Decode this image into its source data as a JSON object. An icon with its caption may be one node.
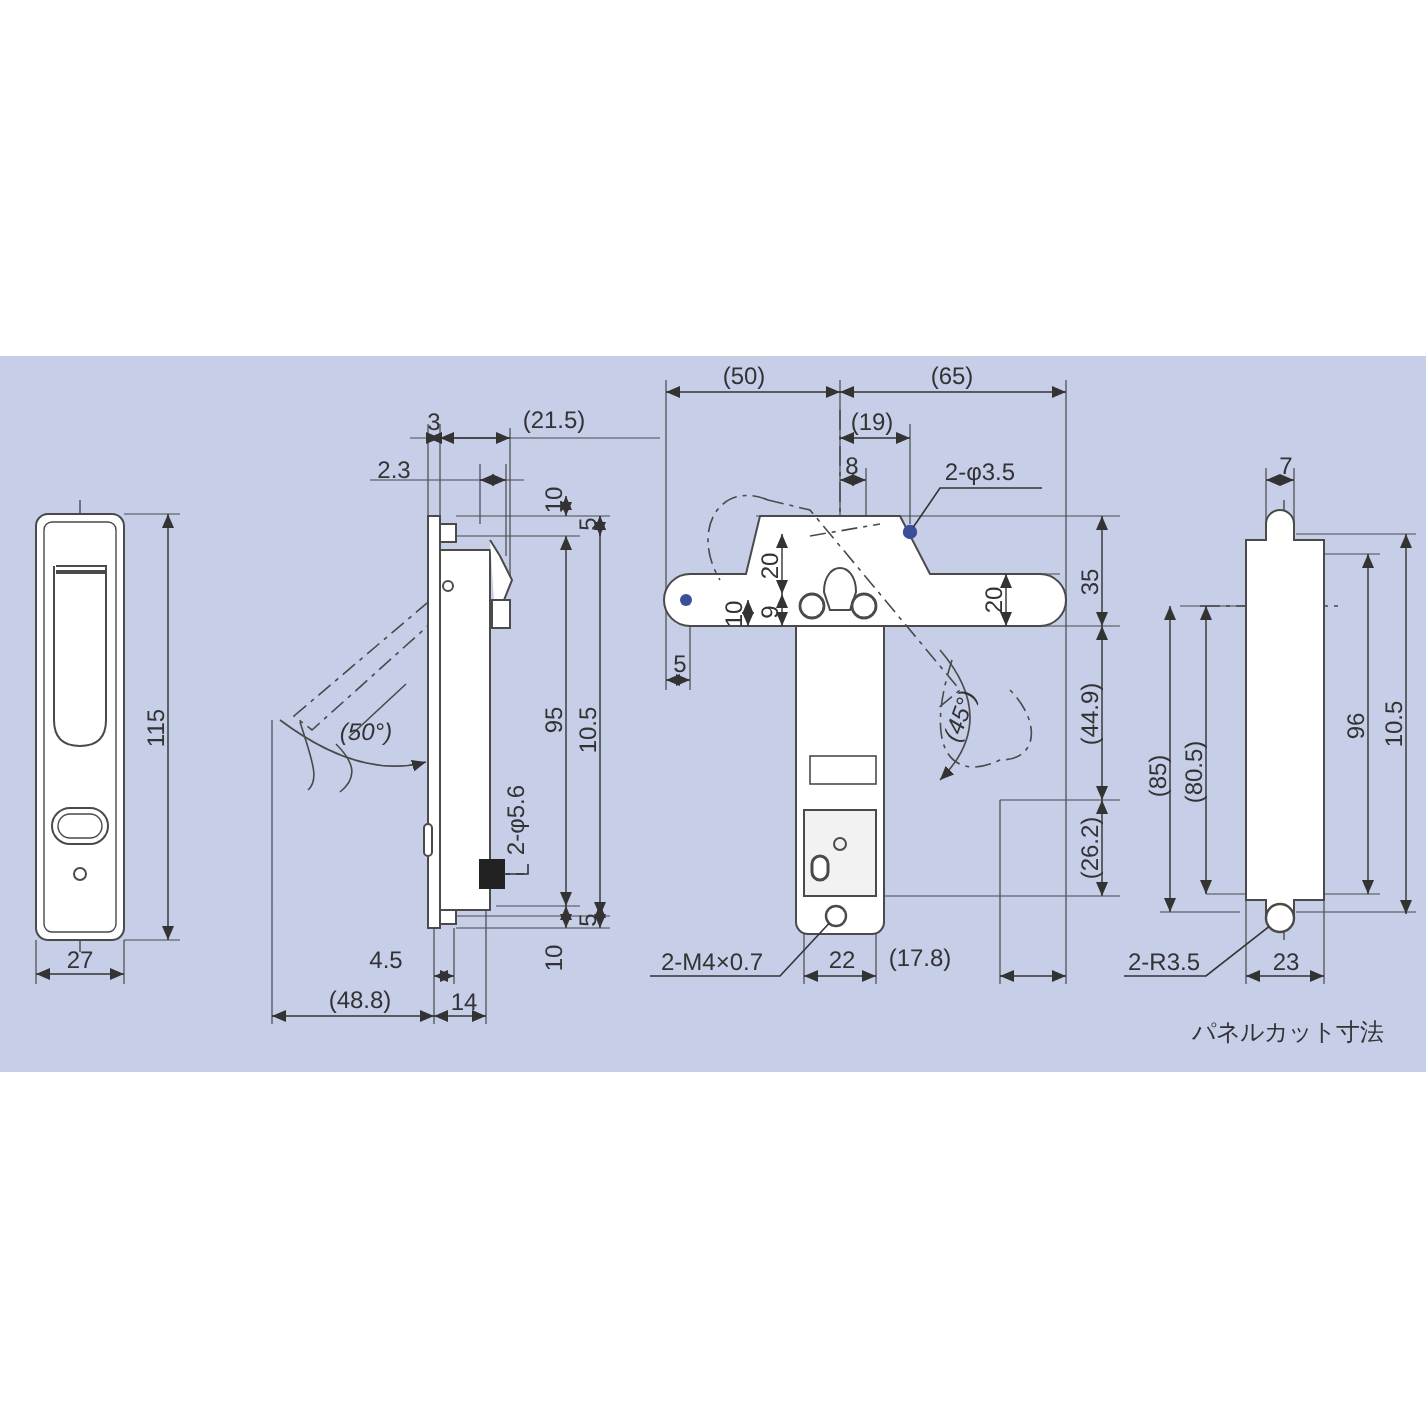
{
  "diagram": {
    "nodes": [
      {
        "text": [
          "2-φ5.6"
        ]
      },
      {
        "text": [],
        "shape": "box"
      },
      {
        "text": [
          "2-φ3.5"
        ]
      },
      {
        "text": [],
        "shape": "circle"
      },
      {
        "text": [
          "2-M4×0.7"
        ]
      },
      {
        "text": [],
        "shape": "circle"
      },
      {
        "text": [
          "2-R3.5"
        ]
      },
      {
        "text": [],
        "shape": "circle"
      }
    ],
    "edges": [
      {
        "from": 0,
        "to": 1,
        "arrow": "none"
      },
      {
        "from": 2,
        "to": 3,
        "arrow": "none"
      },
      {
        "from": 4,
        "to": 5,
        "arrow": "none"
      },
      {
        "from": 6,
        "to": 7,
        "arrow": "none"
      }
    ],
    "labels": [
      "115",
      "27",
      "3",
      "(21.5)",
      "2.3",
      "10",
      "5",
      "95",
      "10.5",
      "(50°)",
      "5",
      "4.5",
      "10",
      "(48.8)",
      "14",
      "(50)",
      "(65)",
      "(19)",
      "8",
      "20",
      "9",
      "10",
      "5",
      "20",
      "35",
      "(45°)",
      "(44.9)",
      "(26.2)",
      "22",
      "(17.8)",
      "7",
      "96",
      "10.5",
      "(85)",
      "(80.5)",
      "23",
      "パネルカット寸法"
    ]
  }
}
